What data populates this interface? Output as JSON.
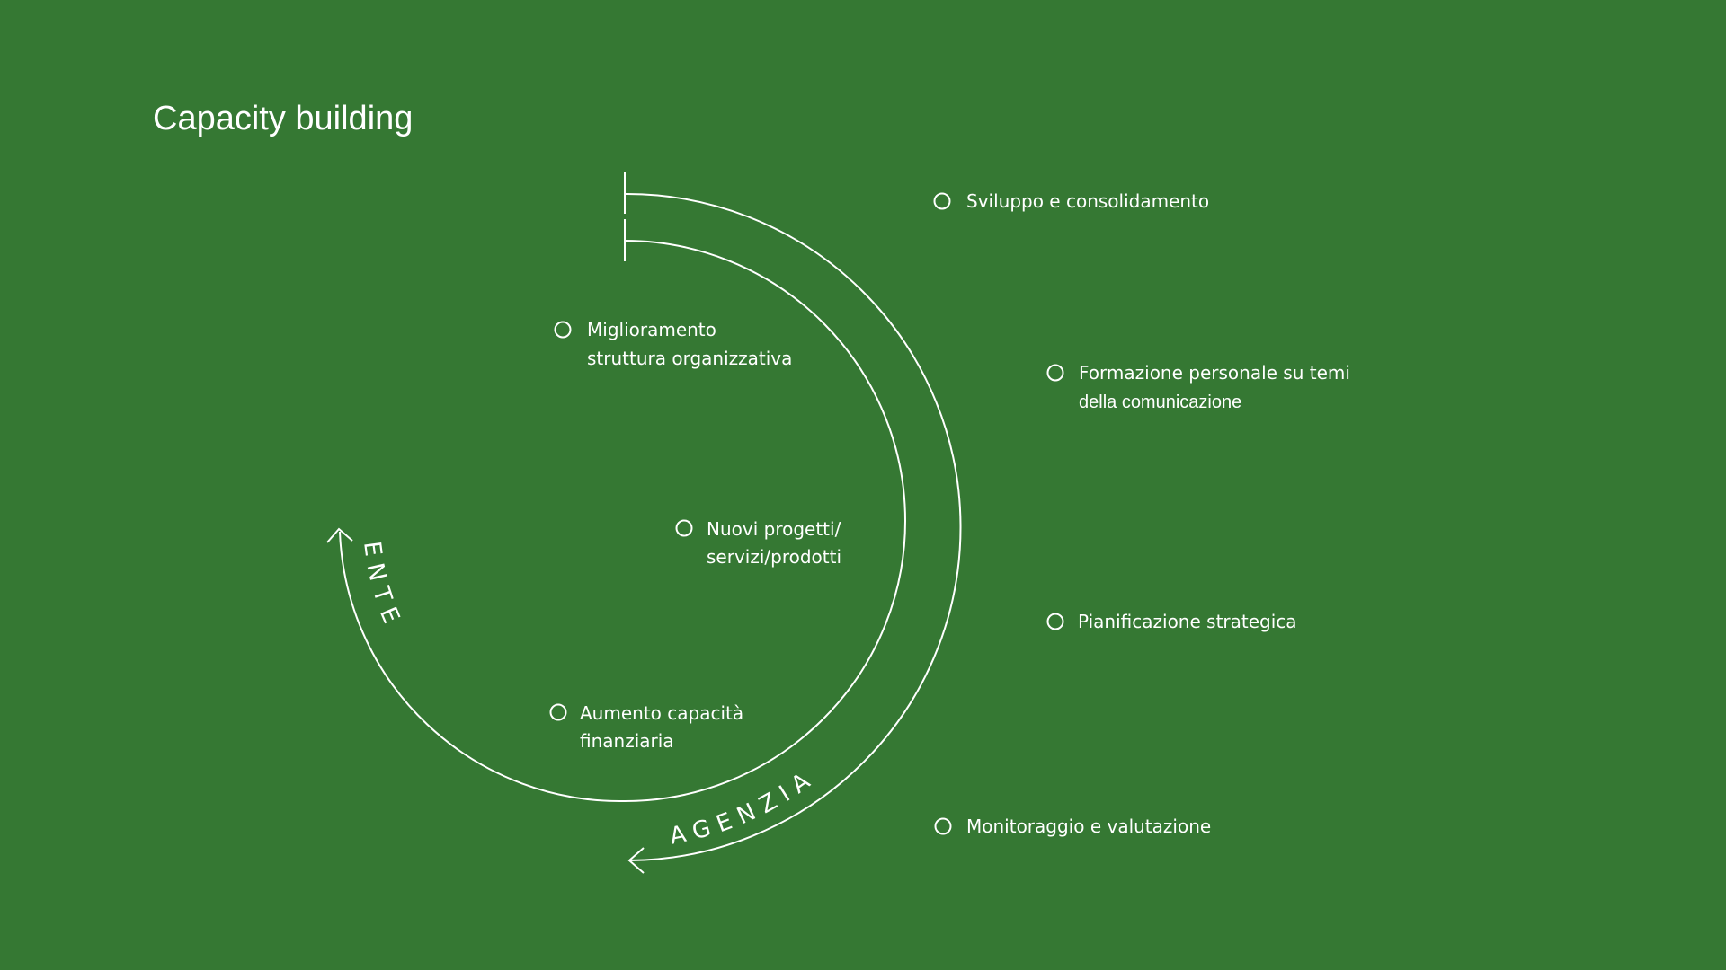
{
  "title": "Capacity building",
  "colors": {
    "background": "#357833",
    "foreground": "#ffffff"
  },
  "cycle_labels": {
    "inner": "ENTE",
    "outer": "AGENZIA"
  },
  "inner_items": [
    {
      "line1": "Miglioramento",
      "line2": "struttura organizzativa"
    },
    {
      "line1": "Nuovi progetti/",
      "line2": "servizi/prodotti"
    },
    {
      "line1": "Aumento capacità",
      "line2": "finanziaria"
    }
  ],
  "outer_items": [
    {
      "line1": "Sviluppo e consolidamento",
      "line2": ""
    },
    {
      "line1": "Formazione personale su temi",
      "line2": "della comunicazione"
    },
    {
      "line1": "Pianificazione strategica",
      "line2": ""
    },
    {
      "line1": "Monitoraggio e valutazione",
      "line2": ""
    }
  ]
}
